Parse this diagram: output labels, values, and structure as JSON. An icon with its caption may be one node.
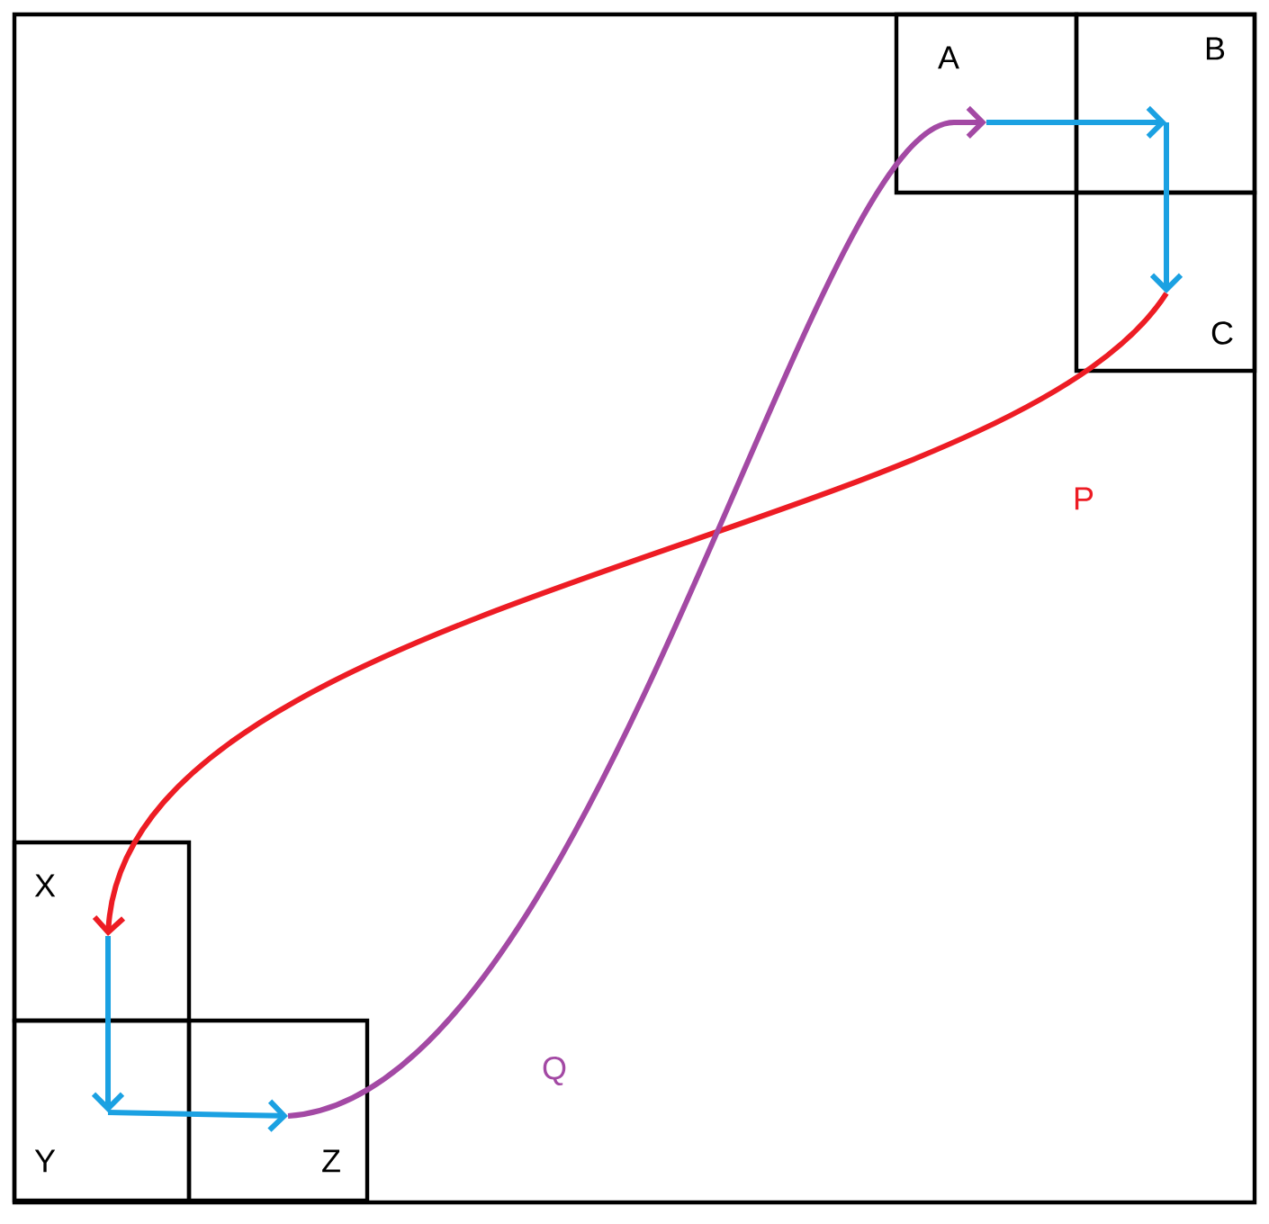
{
  "diagram": {
    "nodes": [
      {
        "text": [
          "A"
        ]
      },
      {
        "text": [
          "B"
        ]
      },
      {
        "text": [
          "C"
        ]
      },
      {
        "text": [
          "X"
        ]
      },
      {
        "text": [
          "Y"
        ]
      },
      {
        "text": [
          "Z"
        ]
      }
    ],
    "edges": [
      {
        "from": 0,
        "to": 1,
        "arrow": "to"
      },
      {
        "from": 1,
        "to": 2,
        "arrow": "to"
      },
      {
        "from": 2,
        "to": 3,
        "arrow": "to",
        "label": "P",
        "color": "#ed1c24"
      },
      {
        "from": 3,
        "to": 4,
        "arrow": "to"
      },
      {
        "from": 4,
        "to": 5,
        "arrow": "to"
      },
      {
        "from": 5,
        "to": 0,
        "arrow": "to",
        "label": "Q",
        "color": "#a349a4"
      }
    ]
  }
}
